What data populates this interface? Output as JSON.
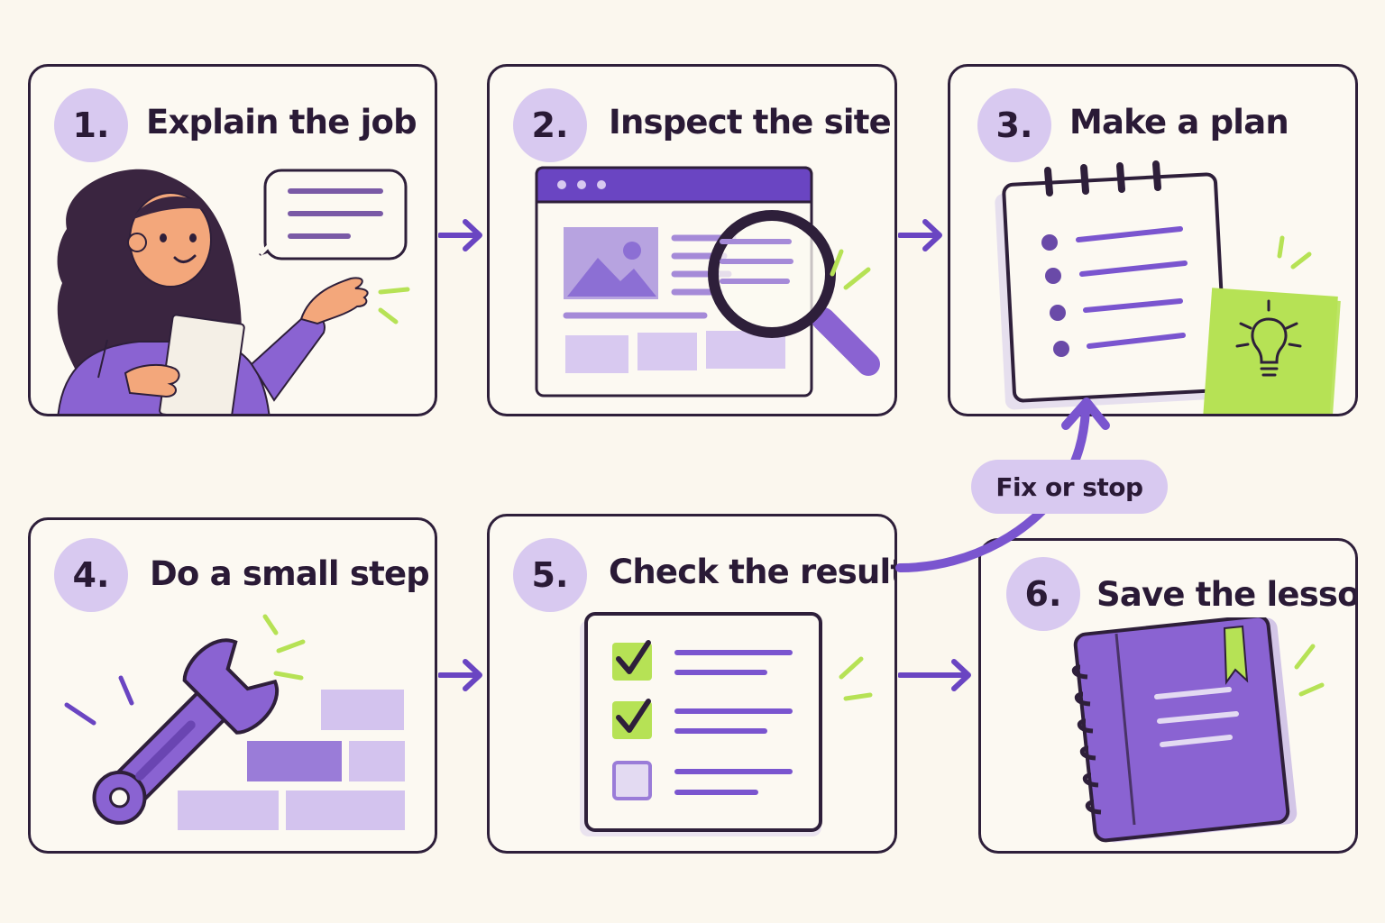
{
  "steps": [
    {
      "number": "1.",
      "label": "Explain the job"
    },
    {
      "number": "2.",
      "label": "Inspect the site"
    },
    {
      "number": "3.",
      "label": "Make a plan"
    },
    {
      "number": "4.",
      "label": "Do a small step"
    },
    {
      "number": "5.",
      "label": "Check the result"
    },
    {
      "number": "6.",
      "label": "Save the lesson"
    }
  ],
  "loop": {
    "label": "Fix or stop"
  },
  "colors": {
    "background": "#fbf7ee",
    "outline": "#2e1f3a",
    "purple": "#7a55cf",
    "lavender": "#d8c9f0",
    "lime": "#b6e255",
    "skin": "#f3a77b"
  },
  "icons": {
    "step1": "woman-explaining-illustration",
    "step2": "browser-magnifier-illustration",
    "step3": "notepad-lightbulb-illustration",
    "step4": "wrench-bricks-illustration",
    "step5": "checklist-illustration",
    "step6": "notebook-bookmark-illustration"
  }
}
